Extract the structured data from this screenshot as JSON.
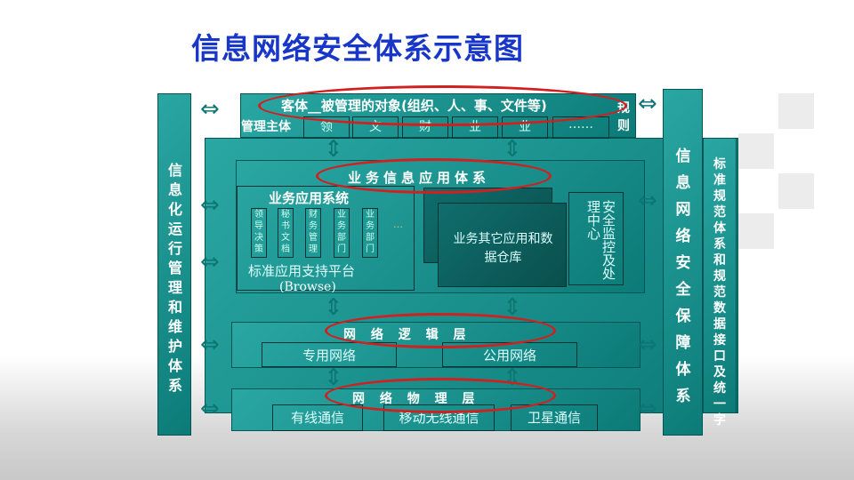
{
  "title": "信息网络安全体系示意图",
  "left_column": "信息化运行管理和维护体系",
  "right_column": "信息网络安全保障体系",
  "far_right_column": "标准规范体系和规范数据接口及统一字",
  "top": {
    "object_label": "客体__被管理的对象(组织、人、事、文件等)",
    "subject_label": "管理主体",
    "cells": [
      "领",
      "文",
      "财",
      "业",
      "业",
      "……"
    ],
    "rules": "规则"
  },
  "business": {
    "title": "业务信息应用体系",
    "app_system": "业务应用系统",
    "apps": [
      "领导决策",
      "秘书文档",
      "财务管理",
      "业务部门",
      "业务部门"
    ],
    "ellipsis": "…",
    "platform": "标准应用支持平台",
    "browse": "(Browse)",
    "other": "业务其它应用和数据仓库",
    "security": "安全监控及处理中心"
  },
  "logic": {
    "title": "网 络 逻 辑 层",
    "items": [
      "专用网络",
      "公用网络"
    ]
  },
  "physical": {
    "title": "网 络 物 理 层",
    "items": [
      "有线通信",
      "移动无线通信",
      "卫星通信"
    ]
  }
}
